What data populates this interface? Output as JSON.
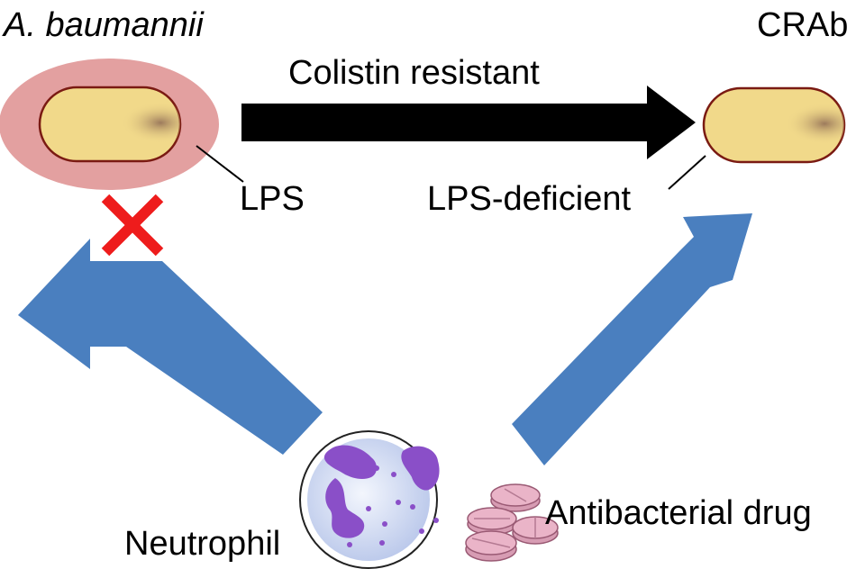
{
  "labels": {
    "wild_type": "A. baumannii",
    "resistant_strain": "CRAb",
    "arrow_label": "Colistin resistant",
    "lps": "LPS",
    "lps_deficient": "LPS-deficient",
    "neutrophil": "Neutrophil",
    "drug": "Antibacterial drug"
  },
  "colors": {
    "lps_halo": "#e3a0a0",
    "bacterium_fill": "#f1d98a",
    "bacterium_outline": "#7a1a12",
    "main_arrow": "#000000",
    "blue_arrow": "#4a7fbf",
    "blocked_cross": "#ee1c1c",
    "nucleus": "#8a4fc8",
    "cell_body": "#dfe6f7",
    "pill": "#eab4c8"
  },
  "icons": {
    "blocked": "cross-icon",
    "neutrophil": "neutrophil-cell-icon",
    "drug": "pills-icon"
  }
}
